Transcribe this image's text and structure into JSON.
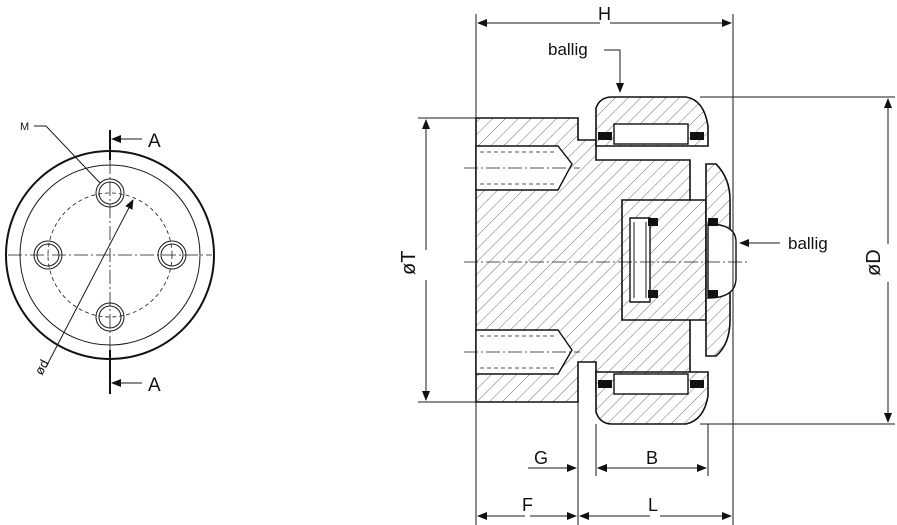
{
  "labels": {
    "M": "M",
    "A_top": "A",
    "A_bottom": "A",
    "d": "ød",
    "T": "øT",
    "D": "øD",
    "H": "H",
    "G": "G",
    "B": "B",
    "F": "F",
    "L": "L",
    "ballig_top": "ballig",
    "ballig_right": "ballig"
  }
}
